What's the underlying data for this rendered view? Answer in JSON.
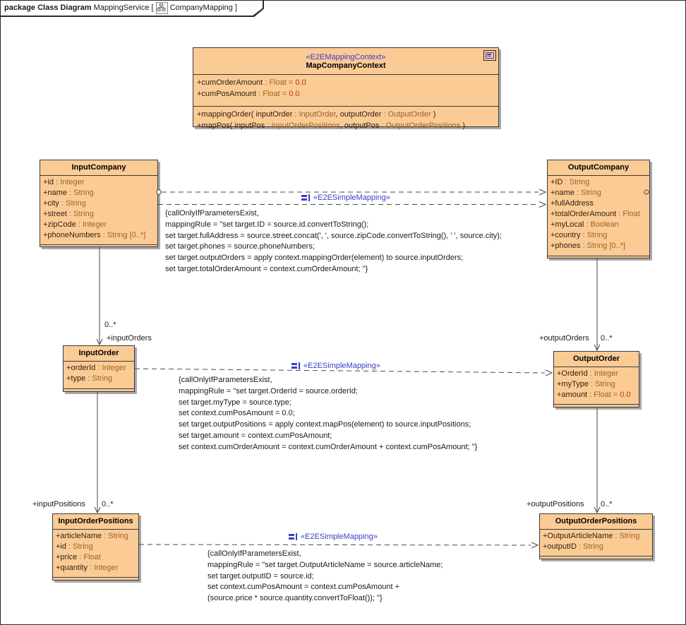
{
  "header": {
    "keyword": "package Class Diagram",
    "service": " MappingService [",
    "diagram": "CompanyMapping",
    "close": " ]"
  },
  "colors": {
    "class_fill": "#fbcb96",
    "class_border": "#3a3a3a",
    "shadow": "#a8a8a8",
    "stereotype_blue": "#3c3cc8",
    "type_brown": "#9c6420",
    "value_red": "#c83200",
    "name_dark": "#33220e"
  },
  "classes": [
    {
      "stereotype": "«E2EMappingContext»",
      "name": "MapCompanyContext",
      "attributes": [
        {
          "n": "+cumOrderAmount",
          "t": "Float",
          "v": "0.0"
        },
        {
          "n": "+cumPosAmount",
          "t": "Float",
          "v": "0.0"
        }
      ],
      "operations": [
        {
          "parts": [
            {
              "text": "+mappingOrder( inputOrder ",
              "kind": "name"
            },
            {
              "text": ": InputOrder",
              "kind": "type"
            },
            {
              "text": ", outputOrder ",
              "kind": "name"
            },
            {
              "text": ": OutputOrder",
              "kind": "type"
            },
            {
              "text": " )",
              "kind": "name"
            }
          ]
        },
        {
          "parts": [
            {
              "text": "+mapPos( inputPos ",
              "kind": "name"
            },
            {
              "text": ": InputOrderPositions",
              "kind": "type"
            },
            {
              "text": ", outputPos ",
              "kind": "name"
            },
            {
              "text": ": OutputOrderPositions",
              "kind": "type"
            },
            {
              "text": " )",
              "kind": "name"
            }
          ]
        }
      ]
    },
    {
      "name": "InputCompany",
      "attributes": [
        {
          "n": "+id",
          "t": "Integer"
        },
        {
          "n": "+name",
          "t": "String"
        },
        {
          "n": "+city",
          "t": "String"
        },
        {
          "n": "+street",
          "t": "String"
        },
        {
          "n": "+zipCode",
          "t": "Integer"
        },
        {
          "n": "+phoneNumbers",
          "t": "String [0..*]"
        }
      ]
    },
    {
      "name": "OutputCompany",
      "attributes": [
        {
          "n": "+ID",
          "t": "String"
        },
        {
          "n": "+name",
          "t": "String"
        },
        {
          "n": "+fullAddress"
        },
        {
          "n": "+totalOrderAmount",
          "t": "Float"
        },
        {
          "n": "+myLocal",
          "t": "Boolean"
        },
        {
          "n": "+country",
          "t": "String"
        },
        {
          "n": "+phones",
          "t": "String [0..*]"
        }
      ]
    },
    {
      "name": "InputOrder",
      "attributes": [
        {
          "n": "+orderId",
          "t": "Integer"
        },
        {
          "n": "+type",
          "t": "String"
        }
      ]
    },
    {
      "name": "OutputOrder",
      "attributes": [
        {
          "n": "+OrderId",
          "t": "Integer"
        },
        {
          "n": "+myType",
          "t": "String"
        },
        {
          "n": "+amount",
          "t": "Float",
          "v": "0.0"
        }
      ]
    },
    {
      "name": "InputOrderPositions",
      "attributes": [
        {
          "n": "+articleName",
          "t": "String"
        },
        {
          "n": "+id",
          "t": "String"
        },
        {
          "n": "+price",
          "t": "Float"
        },
        {
          "n": "+quantity",
          "t": "Integer"
        }
      ]
    },
    {
      "name": "OutputOrderPositions",
      "attributes": [
        {
          "n": "+OutputArticleName",
          "t": "String"
        },
        {
          "n": "+outputID",
          "t": "String"
        }
      ]
    }
  ],
  "edges": {
    "simple_mapping_label": "«E2ESimpleMapping»",
    "associations": [
      {
        "source": "InputCompany",
        "target": "InputOrder",
        "mult": "0..*",
        "role": "+inputOrders"
      },
      {
        "source": "OutputCompany",
        "target": "OutputOrder",
        "mult": "0..*",
        "role": "+outputOrders"
      },
      {
        "source": "InputOrder",
        "target": "InputOrderPositions",
        "mult": "0..*",
        "role": "+inputPositions"
      },
      {
        "source": "OutputOrder",
        "target": "OutputOrderPositions",
        "mult": "0..*",
        "role": "+outputPositions"
      }
    ]
  },
  "annotations": [
    {
      "lines": [
        "{callOnlyIfParametersExist,",
        "mappingRule = \"set target.ID = source.id.convertToString();",
        "set target.fullAddress = source.street.concat(', ', source.zipCode.convertToString(), ' ', source.city);",
        "set target.phones = source.phoneNumbers;",
        "set target.outputOrders = apply context.mappingOrder(element) to source.inputOrders;",
        "set target.totalOrderAmount = context.cumOrderAmount; \"}"
      ]
    },
    {
      "lines": [
        "{callOnlyIfParametersExist,",
        "mappingRule = \"set target.OrderId = source.orderId;",
        "set target.myType = source.type;",
        "set context.cumPosAmount = 0.0;",
        "set target.outputPositions = apply context.mapPos(element) to source.inputPositions;",
        "set target.amount = context.cumPosAmount;",
        "set context.cumOrderAmount = context.cumOrderAmount + context.cumPosAmount; \"}"
      ]
    },
    {
      "lines": [
        "{callOnlyIfParametersExist,",
        "mappingRule = \"set target.OutputArticleName = source.articleName;",
        "set target.outputID = source.id;",
        "set context.cumPosAmount = context.cumPosAmount +",
        "(source.price * source.quantity.convertToFloat()); \"}"
      ]
    }
  ]
}
